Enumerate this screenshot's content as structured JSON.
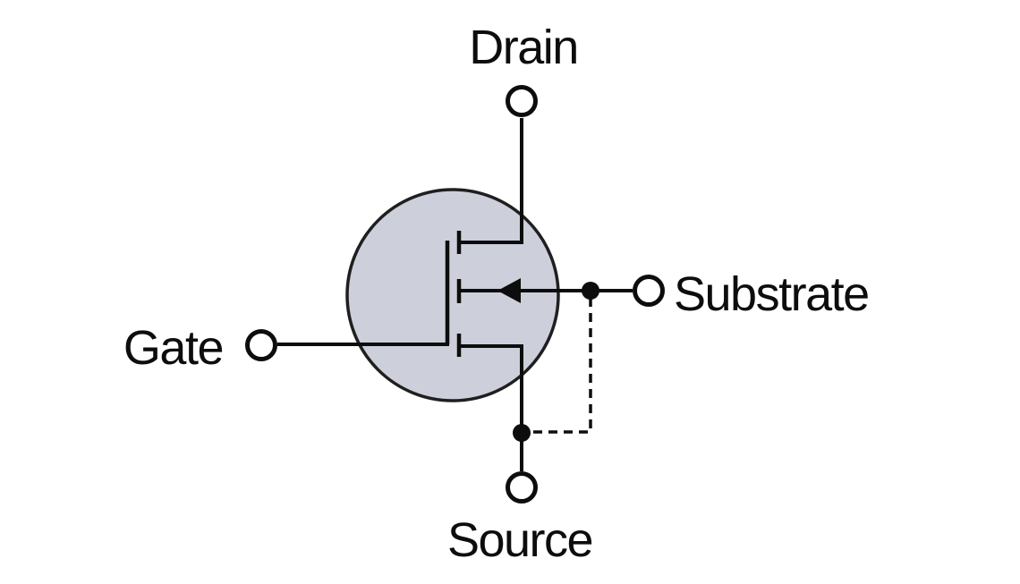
{
  "diagram": {
    "figure": "mosfet-transistor-symbol",
    "labels": {
      "drain": "Drain",
      "gate": "Gate",
      "source": "Source",
      "substrate": "Substrate"
    },
    "colors": {
      "line": "#0d0d0d",
      "body_fill": "#cdcfda",
      "body_stroke": "#1f1f1f",
      "background": "#ffffff"
    }
  }
}
